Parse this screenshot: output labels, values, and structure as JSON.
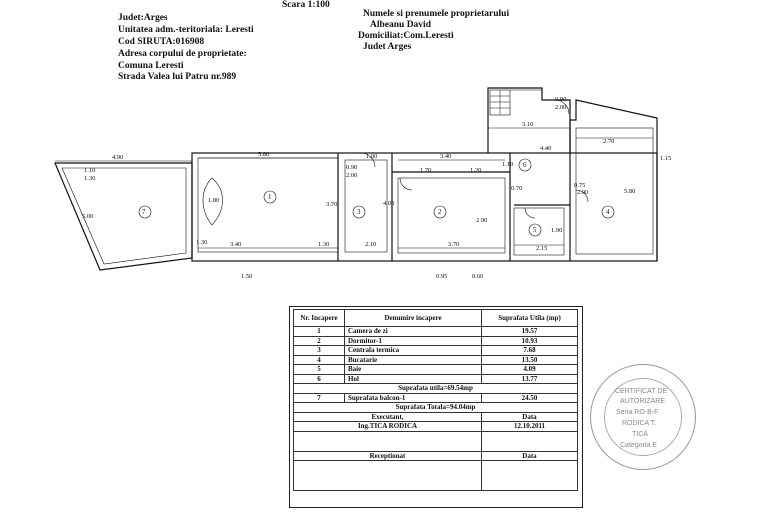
{
  "scale": "Scara 1:100",
  "header": {
    "judet": "Judet:Arges",
    "unitatea": "Unitatea adm.-teritoriala: Leresti",
    "siruta": "Cod SIRUTA:016908",
    "adresa": "Adresa corpului de proprietate:",
    "comuna": "Comuna Leresti",
    "strada": "Strada Valea lui Patru nr.989"
  },
  "owner": {
    "label": "Numele si prenumele proprietarului",
    "name": "Albeanu David",
    "domiciliu": "Domiciliat:Com.Leresti",
    "judet": "Judet Arges"
  },
  "plan": {
    "rooms": [
      "1",
      "2",
      "3",
      "4",
      "5",
      "6",
      "7"
    ],
    "dims": {
      "d490": "4.90",
      "d500": "5.00",
      "d580": "5.80",
      "d370": "3.70",
      "d340a": "3.40",
      "d130a": "1.30",
      "d210": "2.10",
      "d400": "4.00",
      "d340b": "3.40",
      "d290": "2.90",
      "d370b": "3.70",
      "d310": "3.10",
      "d110": "1.10",
      "d440": "4.40",
      "d215": "2.15",
      "d190": "1.90",
      "d270": "2.70",
      "d580b": "5.80",
      "d090": "0.90",
      "d200": "2.00",
      "d070": "0.70",
      "d075": "0.75",
      "d180": "1.80",
      "d115": "1.15",
      "d170": "1.70",
      "d120": "1.20",
      "d100": "1.00",
      "d060": "0.60",
      "d095": "0.95",
      "d090b": "0.90",
      "d200b": "2.00",
      "d150": "1.50",
      "d130b": "1.30",
      "d110b": "1.10",
      "d130c": "1.30",
      "d200c": "2.00"
    }
  },
  "table": {
    "head_nr": "Nr. Incapere",
    "head_den": "Denumire incapere",
    "head_sup": "Suprafata Utila (mp)",
    "rows": [
      {
        "nr": "1",
        "den": "Camera de zi",
        "sup": "19.57"
      },
      {
        "nr": "2",
        "den": "Dormitor-1",
        "sup": "10.93"
      },
      {
        "nr": "3",
        "den": "Centrala termica",
        "sup": "7.68"
      },
      {
        "nr": "4",
        "den": "Bucatarie",
        "sup": "13.50"
      },
      {
        "nr": "5",
        "den": "Baie",
        "sup": "4.09"
      },
      {
        "nr": "6",
        "den": "Hol",
        "sup": "13.77"
      }
    ],
    "suprafata_utila": "Suprafata utila=69.54mp",
    "balcon": {
      "nr": "7",
      "den": "Suprafata balcon-1",
      "sup": "24.50"
    },
    "suprafata_totala": "Suprafata Totala=94.04mp",
    "executant": "Executant,",
    "data_label": "Data",
    "ing": "Ing.TICA RODICA",
    "date": "12.10.2011",
    "receptionat": "Receptionat",
    "data_label2": "Data"
  },
  "stamp": {
    "l1": "CERTIFICAT DE",
    "l2": "AUTORIZARE",
    "l3": "Seria RO-B-F",
    "l4": "RODICA T.",
    "l5": "TICA",
    "l6": "Categoria E"
  }
}
